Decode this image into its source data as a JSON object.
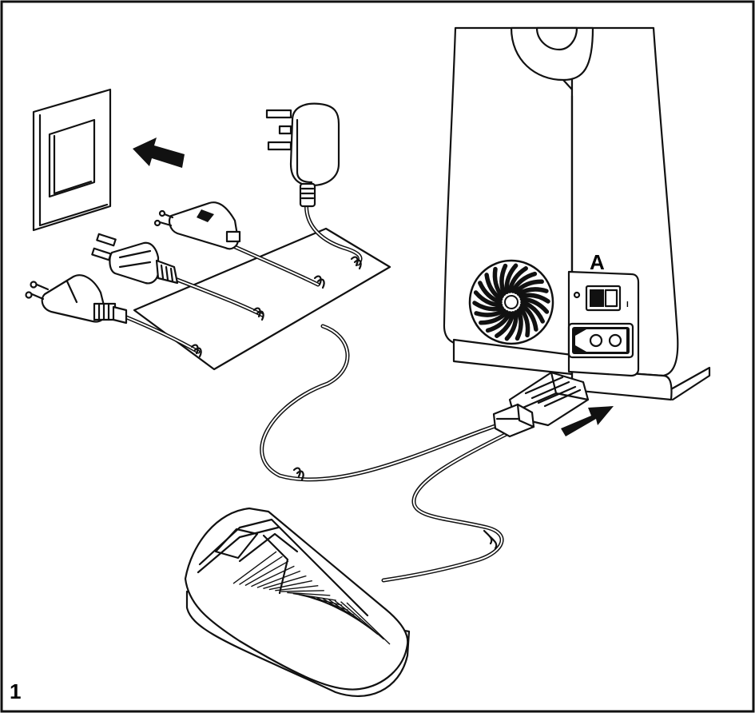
{
  "figure": {
    "number": "1",
    "switch_label": "A",
    "switch_marks": {
      "off": "o",
      "on": "I"
    }
  },
  "icons": [
    "wall-outlet-icon",
    "arrow-left-icon",
    "arrow-right-icon",
    "fan-vent-icon",
    "power-switch-icon",
    "power-socket-icon",
    "foot-pedal-icon"
  ],
  "colors": {
    "line": "#111111",
    "background": "#ffffff"
  }
}
